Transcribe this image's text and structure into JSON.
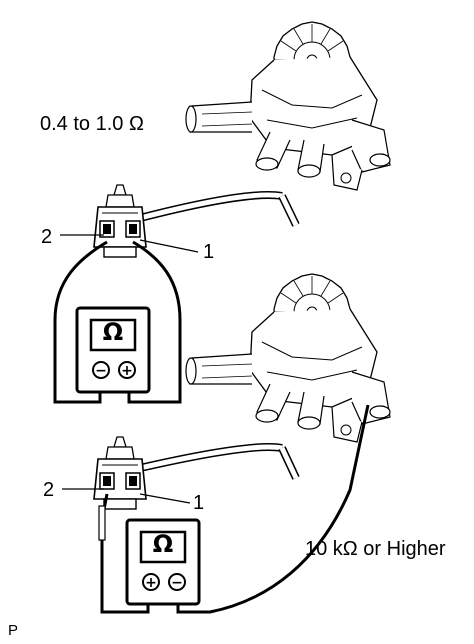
{
  "labels": {
    "top_resistance": "0.4 to 1.0 Ω",
    "bottom_resistance": "10 kΩ or Higher",
    "terminal_2_top": "2",
    "terminal_1_top": "1",
    "terminal_2_bottom": "2",
    "terminal_1_bottom": "1",
    "ohmmeter_symbol": "Ω",
    "probe_minus": "−",
    "probe_plus": "+",
    "figure_code": "P"
  }
}
